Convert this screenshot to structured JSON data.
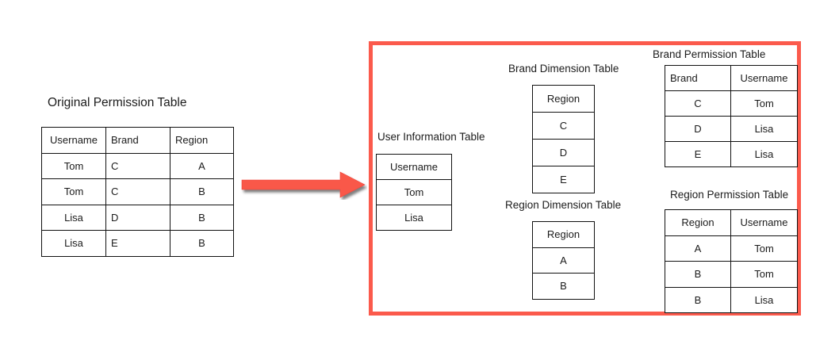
{
  "colors": {
    "accent_red": "#fb5a4c",
    "arrow_red": "#f9584a",
    "table_border": "#111111",
    "text": "#1b1b1b",
    "background": "#ffffff"
  },
  "left": {
    "title": "Original Permission Table",
    "table": {
      "headers": [
        "Username",
        "Brand",
        "Region"
      ],
      "rows": [
        [
          "Tom",
          "C",
          "A"
        ],
        [
          "Tom",
          "C",
          "B"
        ],
        [
          "Lisa",
          "D",
          "B"
        ],
        [
          "Lisa",
          "E",
          "B"
        ]
      ]
    }
  },
  "arrow": {
    "icon": "right-arrow-icon",
    "direction": "right"
  },
  "right": {
    "user_information": {
      "title": "User Information Table",
      "headers": [
        "Username"
      ],
      "rows": [
        [
          "Tom"
        ],
        [
          "Lisa"
        ]
      ]
    },
    "brand_dimension": {
      "title": "Brand Dimension Table",
      "headers": [
        "Region"
      ],
      "rows": [
        [
          "C"
        ],
        [
          "D"
        ],
        [
          "E"
        ]
      ]
    },
    "region_dimension": {
      "title": "Region Dimension Table",
      "headers": [
        "Region"
      ],
      "rows": [
        [
          "A"
        ],
        [
          "B"
        ]
      ]
    },
    "brand_permission": {
      "title": "Brand Permission Table",
      "headers": [
        "Brand",
        "Username"
      ],
      "rows": [
        [
          "C",
          "Tom"
        ],
        [
          "D",
          "Lisa"
        ],
        [
          "E",
          "Lisa"
        ]
      ]
    },
    "region_permission": {
      "title": "Region Permission Table",
      "headers": [
        "Region",
        "Username"
      ],
      "rows": [
        [
          "A",
          "Tom"
        ],
        [
          "B",
          "Tom"
        ],
        [
          "B",
          "Lisa"
        ]
      ]
    }
  }
}
